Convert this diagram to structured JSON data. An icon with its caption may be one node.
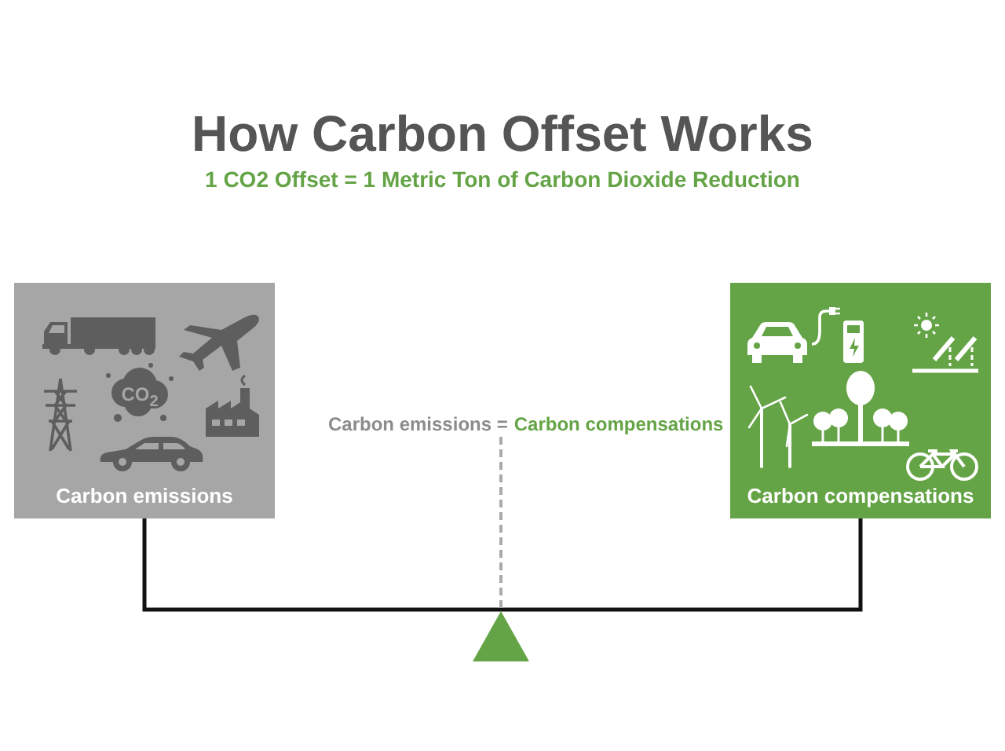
{
  "diagram": {
    "title": "How Carbon Offset Works",
    "nodes": [
      {
        "text": [
          "Carbon emissions"
        ]
      },
      {
        "text": [
          "Carbon emissions =",
          "Carbon compensations"
        ]
      },
      {
        "text": [
          "Carbon compensations"
        ]
      },
      {
        "text": [],
        "shape": "triangle"
      }
    ],
    "edges": [
      {
        "from": 0,
        "to": 2,
        "arrow": "none"
      },
      {
        "from": 1,
        "to": 3,
        "arrow": "none",
        "style": "dashed",
        "color": "#aaaaaa"
      }
    ],
    "labels": [
      "1 CO2 Offset = 1 Metric Ton of Carbon Dioxide Reduction",
      "CO$_{2}$"
    ]
  }
}
